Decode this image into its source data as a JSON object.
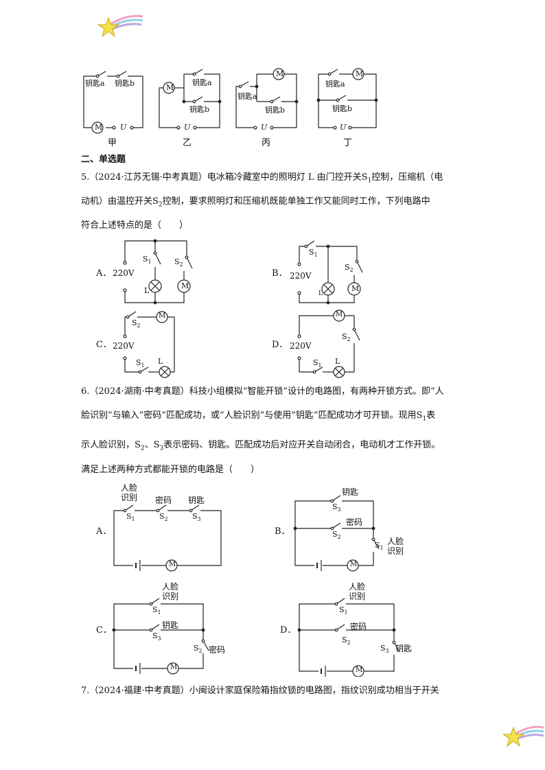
{
  "top_diagrams": {
    "jia": {
      "caption": "甲",
      "key_a": "钥匙a",
      "key_b": "钥匙b",
      "m": "M",
      "u": "U"
    },
    "yi": {
      "caption": "乙",
      "key_a": "钥匙a",
      "key_b": "钥匙b",
      "m": "M",
      "u": "U"
    },
    "bing": {
      "caption": "丙",
      "key_a": "钥匙a",
      "key_b": "钥匙b",
      "m": "M",
      "u": "U"
    },
    "ding": {
      "caption": "丁",
      "key_a": "钥匙a",
      "key_b": "钥匙b",
      "m": "M",
      "u": "U"
    }
  },
  "section_heading": "二、单选题",
  "q5": {
    "line1": "5.（2024·江苏无锡·中考真题）电冰箱冷藏室中的照明灯 L 由门控开关S",
    "line1_sub": "1",
    "line1_b": "控制，压缩机（电",
    "line2": "动机）由温控开关S",
    "line2_sub": "2",
    "line2_b": "控制，要求照明灯和压缩机既能单独工作又能同时工作，下列电路中",
    "line3": "符合上述特点的是（　　）",
    "options": {
      "a": "A．",
      "b": "B．",
      "c": "C．",
      "d": "D．"
    },
    "v": "220V",
    "s1": "S",
    "s2": "S",
    "sub1": "1",
    "sub2": "2",
    "l": "L",
    "m": "M"
  },
  "q6": {
    "line1": "6.（2024·湖南·中考真题）科技小组模拟“智能开锁”设计的电路图，有两种开锁方式。即“人",
    "line2": "脸识别”与输入“密码”匹配成功，或“人脸识别”与使用“钥匙”匹配成功才可开锁。现用S",
    "line2_sub": "1",
    "line2_b": "表",
    "line3": "示人脸识别，S",
    "line3_sub1": "2",
    "line3_b": "、S",
    "line3_sub2": "3",
    "line3_c": "表示密码、钥匙。匹配成功后对应开关自动闭合，电动机才工作开锁。",
    "line4": "满足上述两种方式都能开锁的电路是（　　）",
    "options": {
      "a": "A．",
      "b": "B．",
      "c": "C．",
      "d": "D．"
    },
    "face1": "人脸",
    "face2": "识别",
    "password": "密码",
    "key": "钥匙",
    "m": "M",
    "s": "S",
    "sub1": "1",
    "sub2": "2",
    "sub3": "3"
  },
  "q7": {
    "line1": "7.（2024·福建·中考真题）小闽设计家庭保险箱指纹锁的电路图，指纹识别成功相当于开关"
  }
}
